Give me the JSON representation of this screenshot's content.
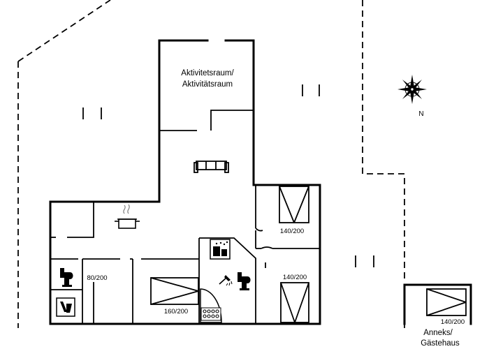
{
  "rooms": {
    "activity_room": [
      "Aktivitetsraum/",
      "Aktivitätsraum"
    ],
    "annex": [
      "Anneks/",
      "Gästehaus"
    ]
  },
  "beds": {
    "bed_right_top": "140/200",
    "bed_right_bottom": "140/200",
    "bed_center": "160/200",
    "bed_left": "80/200",
    "bed_annex": "140/200"
  },
  "compass": {
    "north_label": "N"
  },
  "icons": [
    "sofa-icon",
    "cooking-pot-icon",
    "toilet-icon",
    "shower-icon",
    "washing-machine-icon",
    "dishwasher-icon",
    "whirlpool-icon",
    "compass-icon"
  ]
}
